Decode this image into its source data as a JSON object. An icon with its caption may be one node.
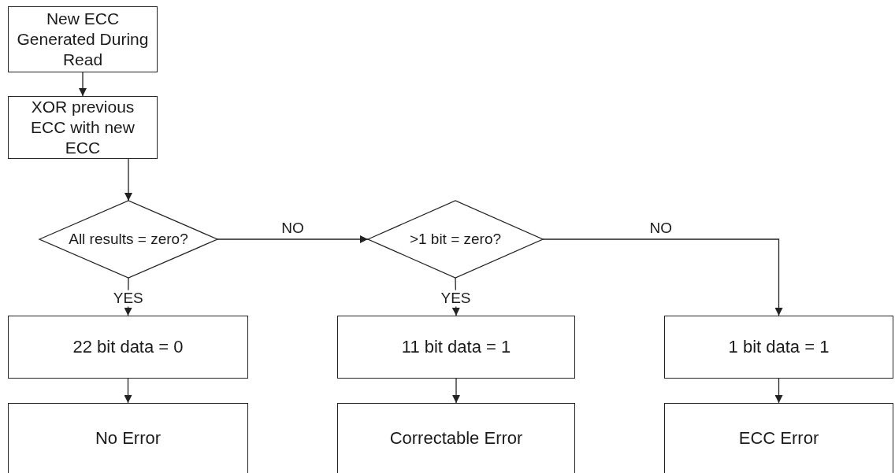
{
  "diagram": {
    "nodes": [
      {
        "text": [
          "New ECC Generated During Read"
        ]
      },
      {
        "text": [
          "XOR previous ECC with new ECC"
        ]
      },
      {
        "text": [
          "All results = zero?"
        ]
      },
      {
        "text": [
          "22 bit data = 0"
        ]
      },
      {
        "text": [
          ">1 bit = zero?"
        ]
      },
      {
        "text": [
          "11 bit data = 1"
        ]
      },
      {
        "text": [
          "1 bit data = 1"
        ]
      },
      {
        "text": [
          "No Error"
        ]
      },
      {
        "text": [
          "Correctable Error"
        ]
      },
      {
        "text": [
          "ECC Error"
        ]
      }
    ],
    "edges": [
      {
        "from": 0,
        "to": 1,
        "arrow": "to"
      },
      {
        "from": 1,
        "to": 2,
        "arrow": "to"
      },
      {
        "from": 2,
        "to": 3,
        "arrow": "to",
        "label": "YES"
      },
      {
        "from": 2,
        "to": 4,
        "arrow": "to",
        "label": "NO"
      },
      {
        "from": 4,
        "to": 5,
        "arrow": "to",
        "label": "YES"
      },
      {
        "from": 4,
        "to": 6,
        "arrow": "to",
        "label": "NO"
      },
      {
        "from": 3,
        "to": 7,
        "arrow": "to"
      },
      {
        "from": 5,
        "to": 8,
        "arrow": "to"
      },
      {
        "from": 6,
        "to": 9,
        "arrow": "to"
      }
    ]
  }
}
